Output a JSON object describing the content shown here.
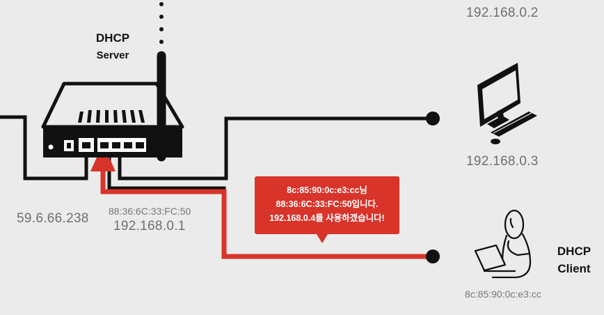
{
  "server": {
    "label_line1": "DHCP",
    "label_line2": "Server",
    "wan_ip": "59.6.66.238",
    "mac": "88:36:6C:33:FC:50",
    "lan_ip": "192.168.0.1"
  },
  "devices": {
    "top_ip": "192.168.0.2",
    "computer_ip": "192.168.0.3"
  },
  "client": {
    "label_line1": "DHCP",
    "label_line2": "Client",
    "mac": "8c:85:90:0c:e3:cc"
  },
  "message": {
    "line1": "8c:85:90:0c:e3:cc님",
    "line2": "88:36:6C:33:FC:50입니다.",
    "line3": "192.168.0.4를 사용하겠습니다!"
  },
  "colors": {
    "background": "#ebebeb",
    "line": "#111111",
    "highlight": "#d8342a"
  },
  "icons": [
    "router-icon",
    "antenna-icon",
    "computer-icon",
    "person-with-laptop-icon"
  ]
}
